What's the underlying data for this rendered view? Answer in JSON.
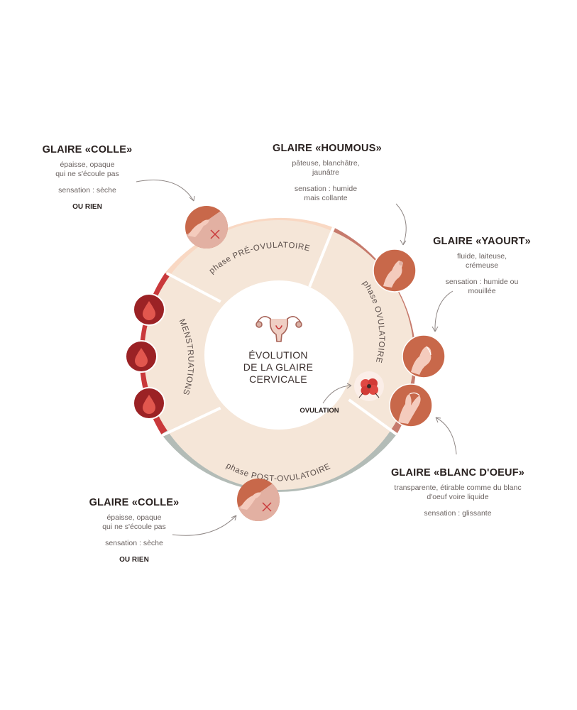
{
  "center": {
    "title_line1": "ÉVOLUTION",
    "title_line2": "DE LA GLAIRE",
    "title_line3": "CERVICALE"
  },
  "phases": {
    "pre": "phase PRÉ-OVULATOIRE",
    "ovu": "phase OVULATOIRE",
    "post": "phase POST-OVULATOIRE",
    "mens": "MENSTRUATIONS"
  },
  "ovulation_label": "OVULATION",
  "labels": {
    "colle_top": {
      "title": "GLAIRE «COLLE»",
      "line1": "épaisse, opaque",
      "line2": "qui ne s'écoule pas",
      "line3": "sensation : sèche",
      "extra": "OU RIEN"
    },
    "houmous": {
      "title": "GLAIRE «HOUMOUS»",
      "line1": "pâteuse, blanchâtre,",
      "line2": "jaunâtre",
      "line3": "sensation : humide",
      "line4": "mais collante"
    },
    "yaourt": {
      "title": "GLAIRE «YAOURT»",
      "line1": "fluide, laiteuse,",
      "line2": "crémeuse",
      "line3": "sensation : humide ou",
      "line4": "mouillée"
    },
    "blanc": {
      "title": "GLAIRE «BLANC D'OEUF»",
      "line1": "transparente, étirable comme du blanc",
      "line2": "d'oeuf voire liquide",
      "line3": "sensation : glissante"
    },
    "colle_bottom": {
      "title": "GLAIRE «COLLE»",
      "line1": "épaisse, opaque",
      "line2": "qui ne s'écoule pas",
      "line3": "sensation : sèche",
      "extra": "OU RIEN"
    }
  },
  "colors": {
    "ring_inner": "#f5e6d8",
    "pre_outer": "#f9d8c3",
    "ovu_outer": "#c67a6c",
    "post_outer": "#b3bcb7",
    "mens_outer": "#c9393b",
    "icon_orange": "#c8684a",
    "icon_light": "#e2b0a2",
    "drop_dark": "#9b2225"
  },
  "icons": [
    "hand-cross-icon",
    "hand-pinch-icon",
    "hand-stretch-icon",
    "blood-drop-icon",
    "uterus-icon",
    "flower-icon"
  ]
}
